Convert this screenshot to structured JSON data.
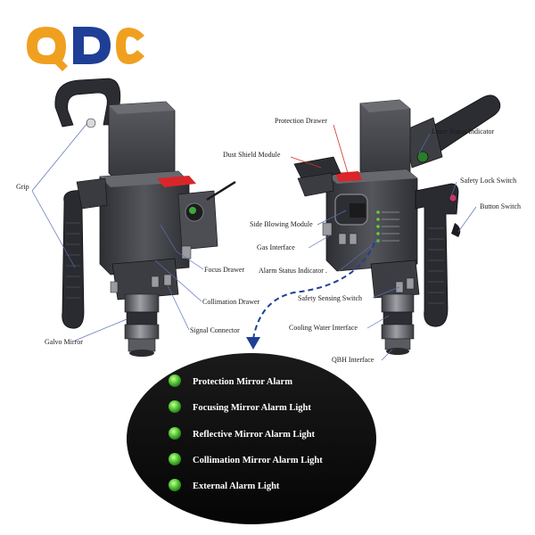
{
  "logo": {
    "letters": [
      "Q",
      "D",
      "C"
    ],
    "colors": {
      "q": "#f0a020",
      "d": "#1f3f96",
      "c": "#f0a020"
    }
  },
  "left_device": {
    "labels": {
      "grip": "Grip",
      "galvo_mirror": "Galvo Mirror",
      "focus_drawer": "Focus Drawer",
      "collimation_drawer": "Collimation Drawer",
      "signal_connector": "Signal Connector"
    }
  },
  "right_device": {
    "labels": {
      "protection_drawer": "Protection Drawer",
      "dust_shield": "Dust Shield Module",
      "laser_status": "Laser Status Indicator",
      "safety_lock": "Safety Lock Switch",
      "button_switch": "Button Switch",
      "side_blowing": "Side Blowing Module",
      "gas_interface": "Gas Interface",
      "alarm_status": "Alarm Status Indicator .",
      "safety_sensing": "Safety Sensing Switch",
      "cooling_water": "Cooling Water Interface",
      "qbh": "QBH Interface"
    }
  },
  "alarm_panel": {
    "items": [
      "Protection Mirror Alarm",
      "Focusing Mirror Alarm Light",
      "Reflective Mirror Alarm Light",
      "Collimation Mirror Alarm Light",
      "External Alarm Light"
    ],
    "led_color": "#5fd03c",
    "background": "#0f0f0f"
  },
  "colors": {
    "body_dark": "#3c3d42",
    "body_mid": "#4e4f55",
    "body_light": "#6a6b72",
    "accent_red": "#d8262b",
    "leader_blue": "#5a6fb8"
  }
}
